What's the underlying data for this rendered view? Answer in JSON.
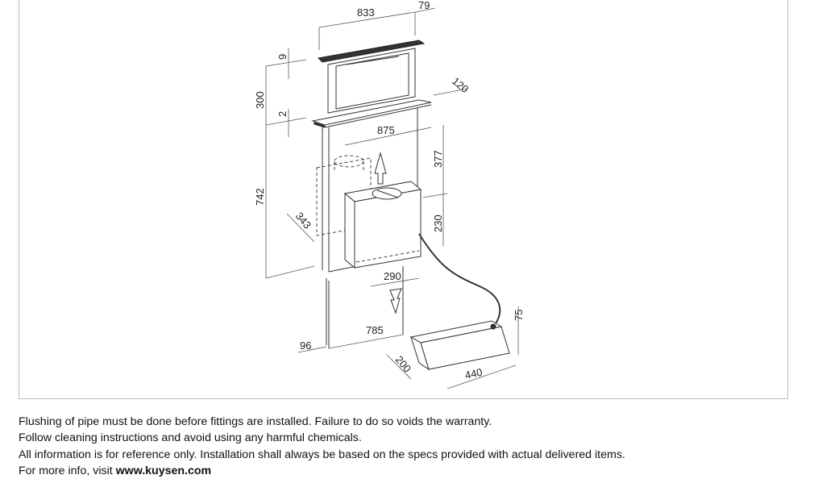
{
  "drawing": {
    "dimensions": {
      "width_top": "833",
      "depth_top": "79",
      "top_thickness": "9",
      "lift_height": "300",
      "frame_thickness": "2",
      "depth_frame": "120",
      "width_frame": "875",
      "below_height": "377",
      "total_below": "742",
      "motor_depth": "343",
      "motor_height": "230",
      "motor_width": "290",
      "base_width": "785",
      "base_depth": "96",
      "control_height": "75",
      "control_depth": "200",
      "control_width": "440"
    }
  },
  "notes": {
    "line1": "Flushing of pipe must be done before fittings are installed. Failure to do so voids the warranty.",
    "line2": "Follow cleaning instructions and avoid using any harmful chemicals.",
    "line3": "All information is for reference only. Installation shall always be based on the specs provided with actual delivered items.",
    "line4_prefix": "For more info, visit ",
    "line4_link": "www.kuysen.com"
  }
}
